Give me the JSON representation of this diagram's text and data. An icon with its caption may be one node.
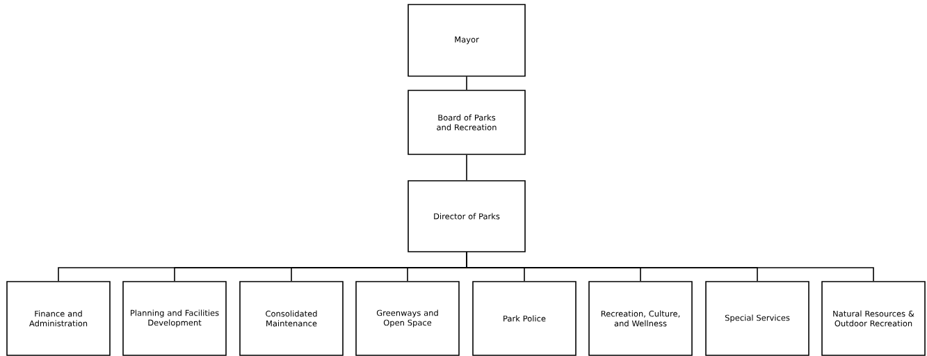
{
  "diagram": {
    "nodes": [
      {
        "text": [
          "Mayor"
        ]
      },
      {
        "text": [
          "Board of Parks and Recreation"
        ]
      },
      {
        "text": [
          "Director of Parks"
        ]
      },
      {
        "text": [
          "Finance and Administration"
        ]
      },
      {
        "text": [
          "Planning and Facilities Development"
        ]
      },
      {
        "text": [
          "Consolidated Maintenance"
        ]
      },
      {
        "text": [
          "Greenways and Open Space"
        ]
      },
      {
        "text": [
          "Park Police"
        ]
      },
      {
        "text": [
          "Recreation, Culture, and Wellness"
        ]
      },
      {
        "text": [
          "Special Services"
        ]
      },
      {
        "text": [
          "Natural Resources & Outdoor Recreation"
        ]
      }
    ],
    "edges": [
      {
        "from": 0,
        "to": 1,
        "arrow": "none"
      },
      {
        "from": 1,
        "to": 2,
        "arrow": "none"
      },
      {
        "from": 2,
        "to": 3,
        "arrow": "none"
      },
      {
        "from": 2,
        "to": 4,
        "arrow": "none"
      },
      {
        "from": 2,
        "to": 5,
        "arrow": "none"
      },
      {
        "from": 2,
        "to": 6,
        "arrow": "none"
      },
      {
        "from": 2,
        "to": 7,
        "arrow": "none"
      },
      {
        "from": 2,
        "to": 8,
        "arrow": "none"
      },
      {
        "from": 2,
        "to": 9,
        "arrow": "none"
      },
      {
        "from": 2,
        "to": 10,
        "arrow": "none"
      }
    ]
  }
}
